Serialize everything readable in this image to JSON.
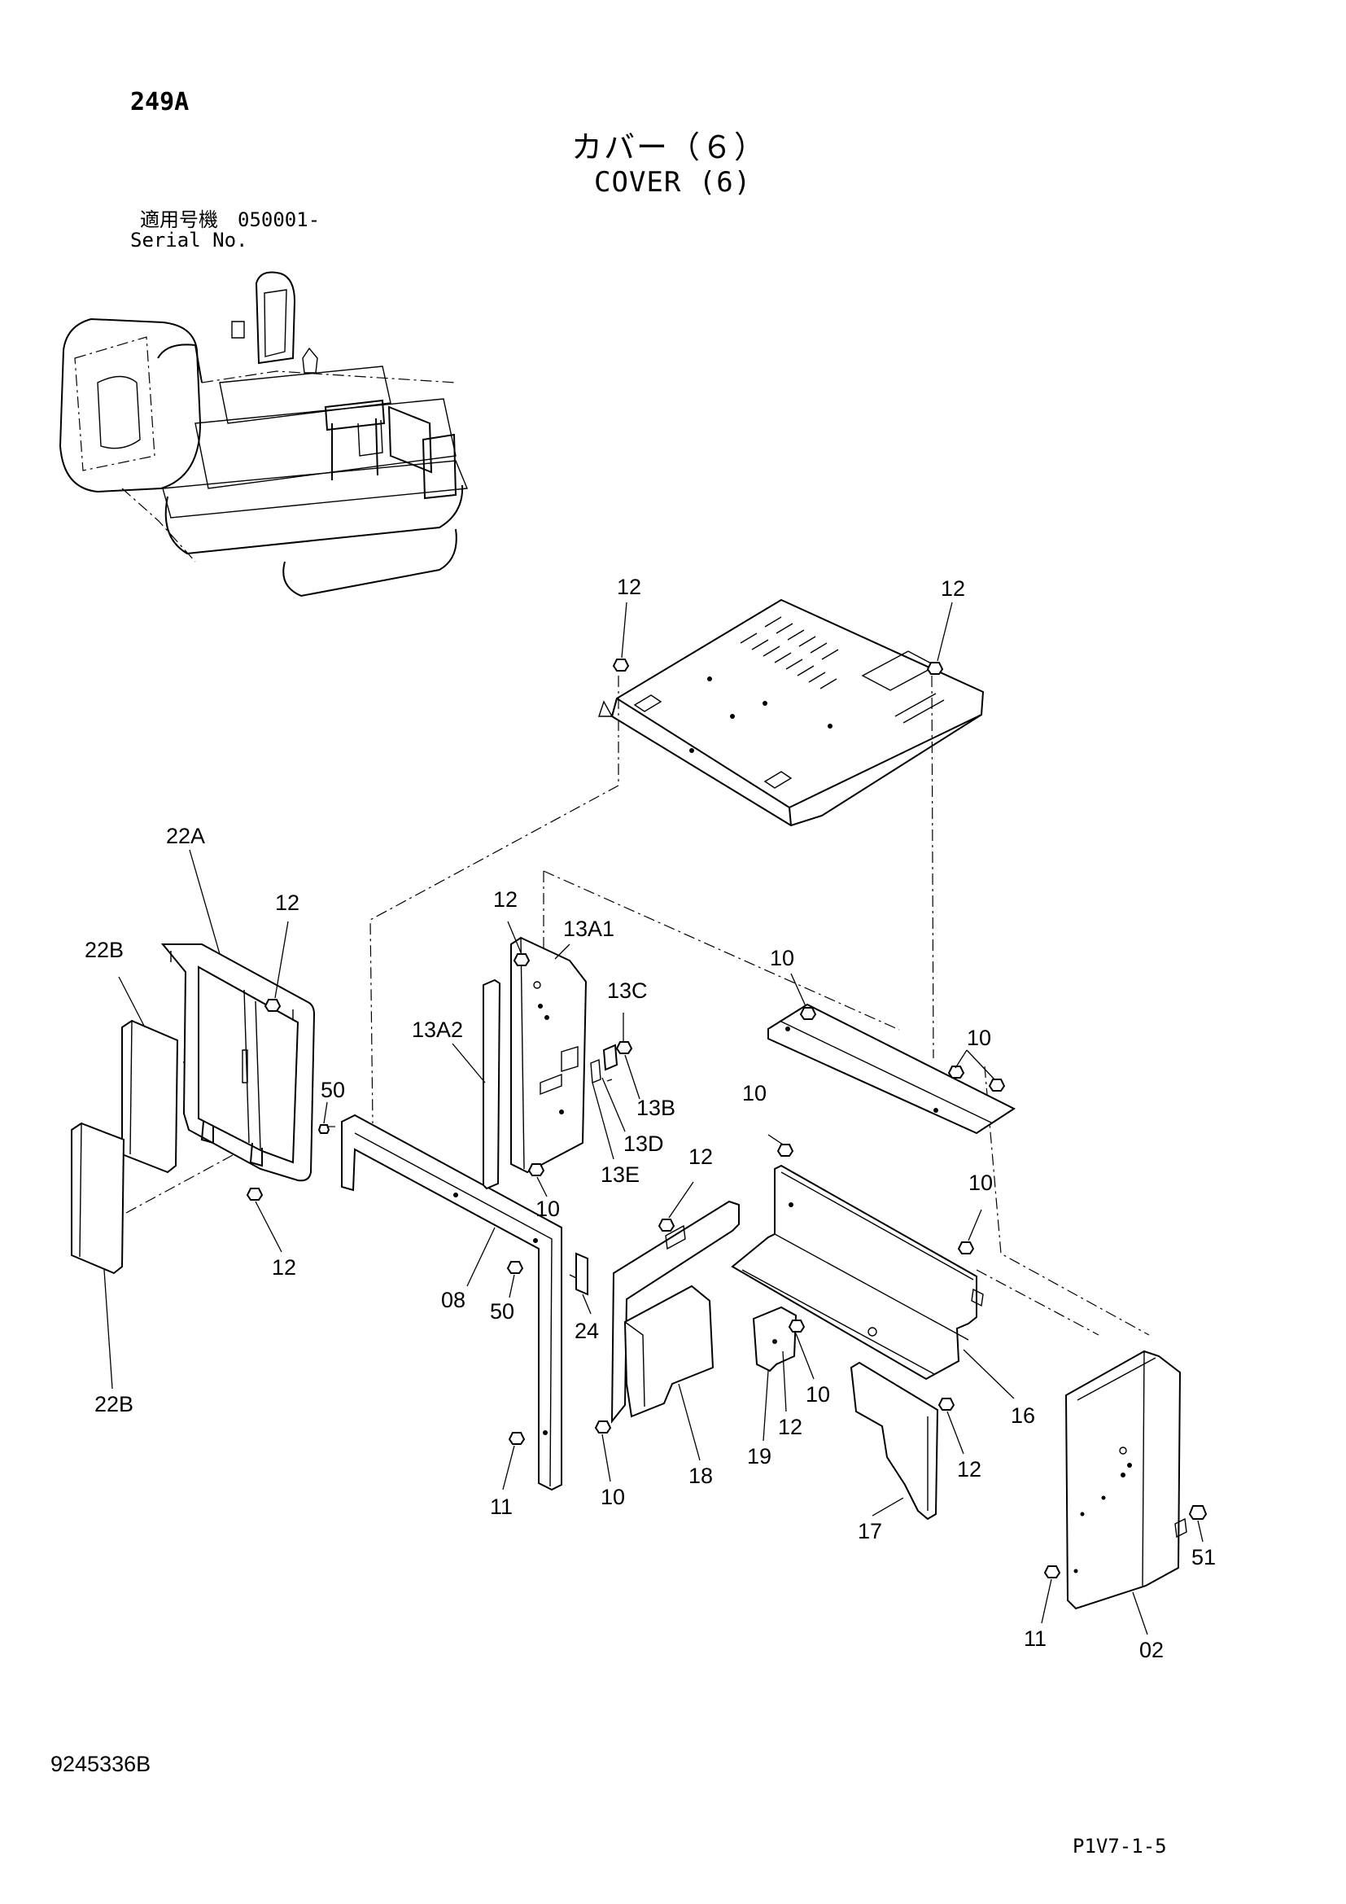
{
  "header": {
    "page_code": "249A",
    "title_jp": "カバー（６）",
    "title_en": "COVER (6)",
    "serial_jp": "適用号機　050001-",
    "serial_en": "Serial No."
  },
  "footer": {
    "doc_number": "9245336B",
    "page_ref": "P1V7-1-5"
  },
  "callouts": {
    "c12_top_left": "12",
    "c12_top_right": "12",
    "c22a": "22A",
    "c12_frame_top": "12",
    "c22b_upper": "22B",
    "c22b_lower": "22B",
    "c50_left": "50",
    "c12_frame_bottom": "12",
    "c12_plate": "12",
    "c13a1": "13A1",
    "c13a2": "13A2",
    "c13c": "13C",
    "c13b": "13B",
    "c13d": "13D",
    "c13e": "13E",
    "c10_plate": "10",
    "c08": "08",
    "c50_mid": "50",
    "c24": "24",
    "c11_left": "11",
    "c10_bracket": "10",
    "c10_pair": "10",
    "c10_cover": "10",
    "c12_cover": "12",
    "c10_right": "10",
    "c16": "16",
    "c18": "18",
    "c19": "19",
    "c12_19": "12",
    "c10_19": "10",
    "c10_bottom": "10",
    "c17": "17",
    "c12_17": "12",
    "c51": "51",
    "c11_right": "11",
    "c02": "02"
  }
}
